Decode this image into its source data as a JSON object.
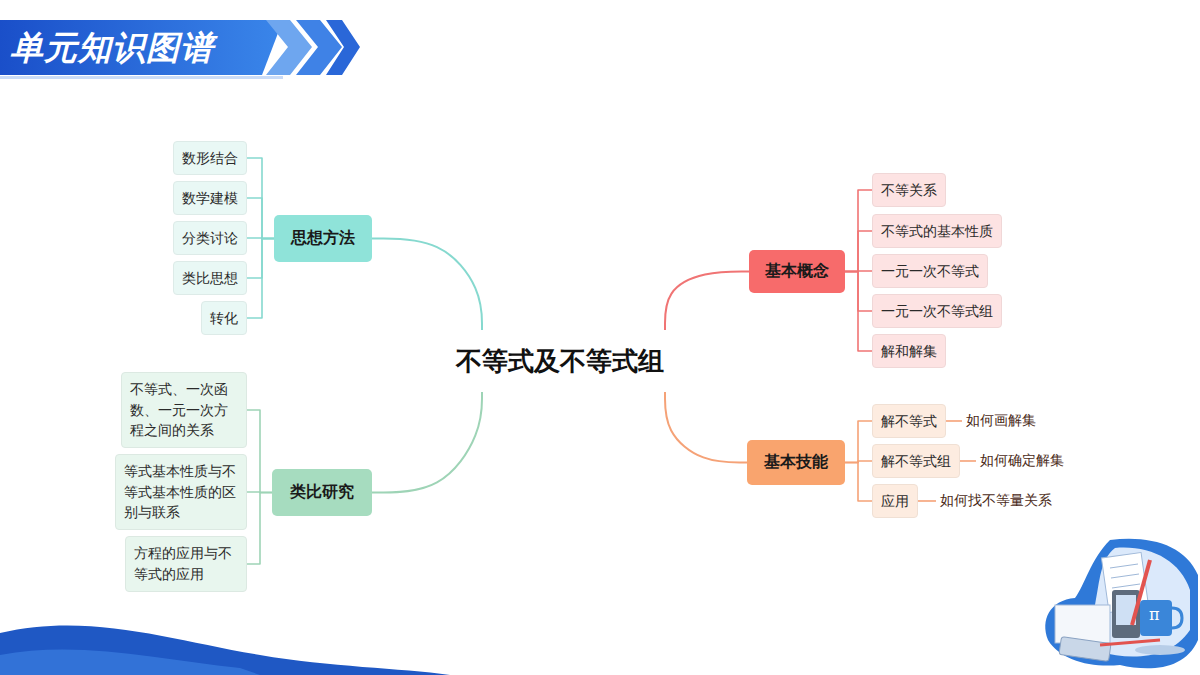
{
  "diagram": {
    "title": "单元知识图谱",
    "nodes": [
      {
        "text": [
          "不等式及不等式组"
        ]
      },
      {
        "text": [
          "思想方法"
        ]
      },
      {
        "text": [
          "数形结合"
        ]
      },
      {
        "text": [
          "数学建模"
        ]
      },
      {
        "text": [
          "分类讨论"
        ]
      },
      {
        "text": [
          "类比思想"
        ]
      },
      {
        "text": [
          "转化"
        ]
      },
      {
        "text": [
          "类比研究"
        ]
      },
      {
        "text": [
          "不等式、一次函数、一元一次方程之间的关系"
        ]
      },
      {
        "text": [
          "等式基本性质与不等式基本性质的区别与联系"
        ]
      },
      {
        "text": [
          "方程的应用与不等式的应用"
        ]
      },
      {
        "text": [
          "基本概念"
        ]
      },
      {
        "text": [
          "不等关系"
        ]
      },
      {
        "text": [
          "不等式的基本性质"
        ]
      },
      {
        "text": [
          "一元一次不等式"
        ]
      },
      {
        "text": [
          "一元一次不等式组"
        ]
      },
      {
        "text": [
          "解和解集"
        ]
      },
      {
        "text": [
          "基本技能"
        ]
      },
      {
        "text": [
          "解不等式"
        ]
      },
      {
        "text": [
          "如何画解集"
        ]
      },
      {
        "text": [
          "解不等式组"
        ]
      },
      {
        "text": [
          "如何确定解集"
        ]
      },
      {
        "text": [
          "应用"
        ]
      },
      {
        "text": [
          "如何找不等量关系"
        ]
      }
    ],
    "edges": [
      {
        "from": 0,
        "to": 1,
        "arrow": "none"
      },
      {
        "from": 0,
        "to": 7,
        "arrow": "none"
      },
      {
        "from": 0,
        "to": 11,
        "arrow": "none"
      },
      {
        "from": 0,
        "to": 17,
        "arrow": "none"
      },
      {
        "from": 1,
        "to": 2,
        "arrow": "none"
      },
      {
        "from": 1,
        "to": 3,
        "arrow": "none"
      },
      {
        "from": 1,
        "to": 4,
        "arrow": "none"
      },
      {
        "from": 1,
        "to": 5,
        "arrow": "none"
      },
      {
        "from": 1,
        "to": 6,
        "arrow": "none"
      },
      {
        "from": 7,
        "to": 8,
        "arrow": "none"
      },
      {
        "from": 7,
        "to": 9,
        "arrow": "none"
      },
      {
        "from": 7,
        "to": 10,
        "arrow": "none"
      },
      {
        "from": 11,
        "to": 12,
        "arrow": "none"
      },
      {
        "from": 11,
        "to": 13,
        "arrow": "none"
      },
      {
        "from": 11,
        "to": 14,
        "arrow": "none"
      },
      {
        "from": 11,
        "to": 15,
        "arrow": "none"
      },
      {
        "from": 11,
        "to": 16,
        "arrow": "none"
      },
      {
        "from": 17,
        "to": 18,
        "arrow": "none"
      },
      {
        "from": 17,
        "to": 20,
        "arrow": "none"
      },
      {
        "from": 17,
        "to": 22,
        "arrow": "none"
      },
      {
        "from": 18,
        "to": 19,
        "arrow": "none"
      },
      {
        "from": 20,
        "to": 21,
        "arrow": "none"
      },
      {
        "from": 22,
        "to": 23,
        "arrow": "none"
      }
    ],
    "labels": [
      "π"
    ]
  }
}
